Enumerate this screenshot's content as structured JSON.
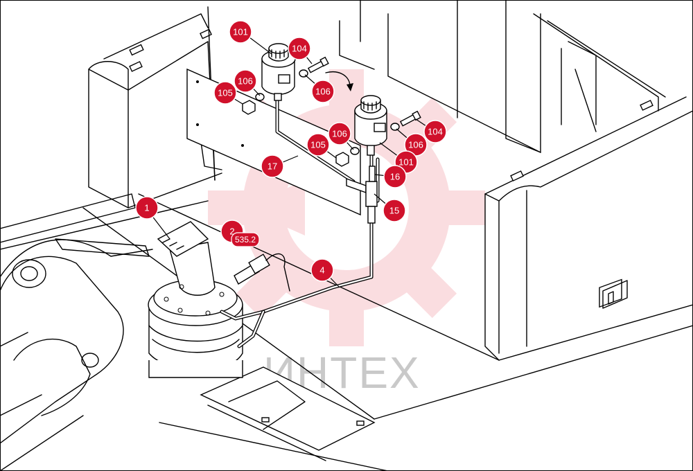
{
  "watermark": {
    "text": "ИНТЕХ",
    "color": "#f2a0a8"
  },
  "callout_color": "#d0112b",
  "callouts": [
    {
      "id": "c-101-top",
      "label": "101"
    },
    {
      "id": "c-104-top",
      "label": "104"
    },
    {
      "id": "c-106-a",
      "label": "106"
    },
    {
      "id": "c-105-a",
      "label": "105"
    },
    {
      "id": "c-106-b",
      "label": "106"
    },
    {
      "id": "c-106-c",
      "label": "106"
    },
    {
      "id": "c-104-right",
      "label": "104"
    },
    {
      "id": "c-105-b",
      "label": "105"
    },
    {
      "id": "c-106-d",
      "label": "106"
    },
    {
      "id": "c-101-right",
      "label": "101"
    },
    {
      "id": "c-17",
      "label": "17"
    },
    {
      "id": "c-16",
      "label": "16"
    },
    {
      "id": "c-15",
      "label": "15"
    },
    {
      "id": "c-1",
      "label": "1"
    },
    {
      "id": "c-2",
      "label": "2"
    },
    {
      "id": "c-4",
      "label": "4"
    }
  ],
  "part_label": "535.2"
}
